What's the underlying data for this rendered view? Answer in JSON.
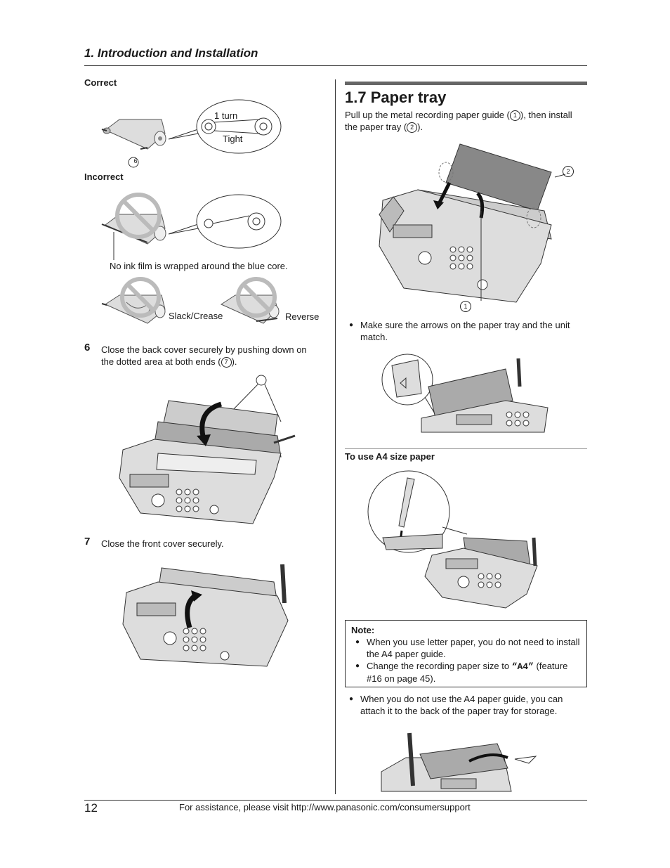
{
  "header": {
    "section": "1. Introduction and Installation"
  },
  "left": {
    "correct_label": "Correct",
    "correct_callout_turn": "1 turn",
    "correct_callout_tight": "Tight",
    "correct_marker": "6",
    "incorrect_label": "Incorrect",
    "no_ink_caption": "No ink film is wrapped around the blue core.",
    "slack_label": "Slack/Crease",
    "reverse_label": "Reverse",
    "step6": {
      "number": "6",
      "text_1": "Close the back cover securely by pushing down on",
      "text_2": "the dotted area at both ends (",
      "marker": "7",
      "text_3": ")."
    },
    "step6_marker": "7",
    "step7": {
      "number": "7",
      "text": "Close the front cover securely."
    }
  },
  "right": {
    "section_title": "1.7 Paper tray",
    "intro_1": "Pull up the metal recording paper guide (",
    "intro_m1": "1",
    "intro_2": "), then install",
    "intro_3": "the paper tray (",
    "intro_m2": "2",
    "intro_4": ").",
    "fig_marker_1": "1",
    "fig_marker_2": "2",
    "bullet_arrows": "Make sure the arrows on the paper tray and the unit match.",
    "a4_heading": "To use A4 size paper",
    "note": {
      "title": "Note:",
      "item1": "When you use letter paper, you do not need to install the A4 paper guide.",
      "item2_pre": "Change the recording paper size to ",
      "item2_code": "“A4”",
      "item2_post": " (feature #16 on page 45)."
    },
    "bullet_storage": "When you do not use the A4 paper guide, you can attach it to the back of the paper tray for storage."
  },
  "footer": {
    "page_number": "12",
    "assistance": "For assistance, please visit http://www.panasonic.com/consumersupport"
  }
}
